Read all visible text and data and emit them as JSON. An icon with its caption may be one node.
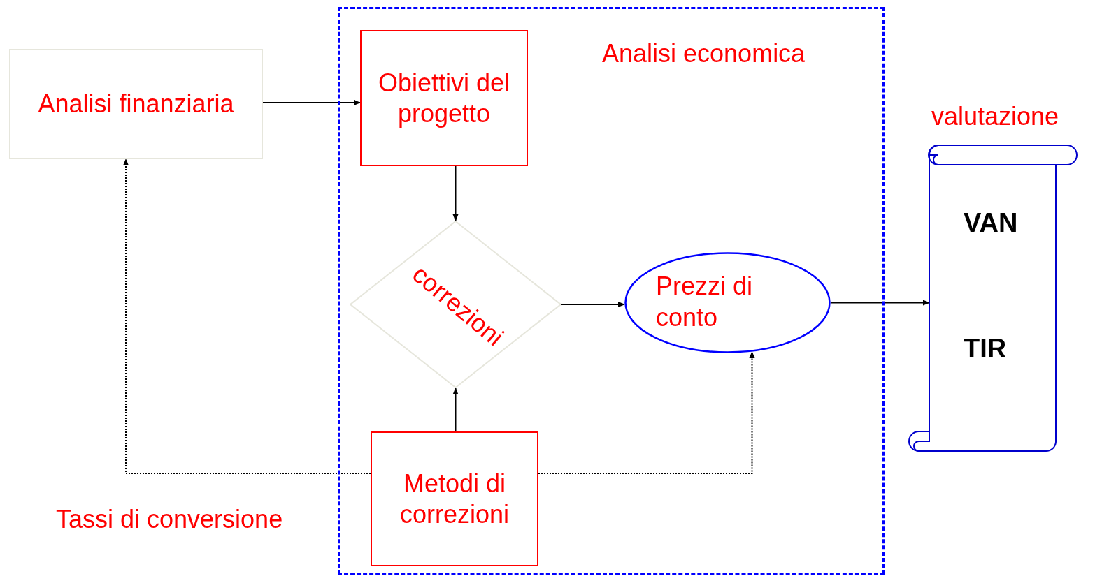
{
  "diagram": {
    "nodes": [
      {
        "text": [
          "Analisi economica"
        ]
      },
      {
        "text": [
          "Analisi finanziaria"
        ]
      },
      {
        "text": [
          "Obiettivi del progetto"
        ],
        "in": 0
      },
      {
        "text": [
          "correzioni"
        ],
        "in": 0
      },
      {
        "text": [
          "Prezzi di conto"
        ],
        "in": 0
      },
      {
        "text": [
          "Metodi di correzioni"
        ],
        "in": 0
      },
      {
        "text": [
          "valutazione",
          "VAN",
          "TIR"
        ]
      }
    ],
    "edges": [
      {
        "from": 1,
        "to": 2,
        "arrow": "to"
      },
      {
        "from": 2,
        "to": 3,
        "arrow": "to"
      },
      {
        "from": 5,
        "to": 3,
        "arrow": "to"
      },
      {
        "from": 3,
        "to": 4,
        "arrow": "to"
      },
      {
        "from": 4,
        "to": 6,
        "arrow": "to"
      },
      {
        "from": 5,
        "to": 1,
        "arrow": "to",
        "style": "dashed"
      },
      {
        "from": 5,
        "to": 4,
        "arrow": "to",
        "style": "dashed"
      }
    ],
    "labels": [
      "Tassi di conversione"
    ]
  }
}
